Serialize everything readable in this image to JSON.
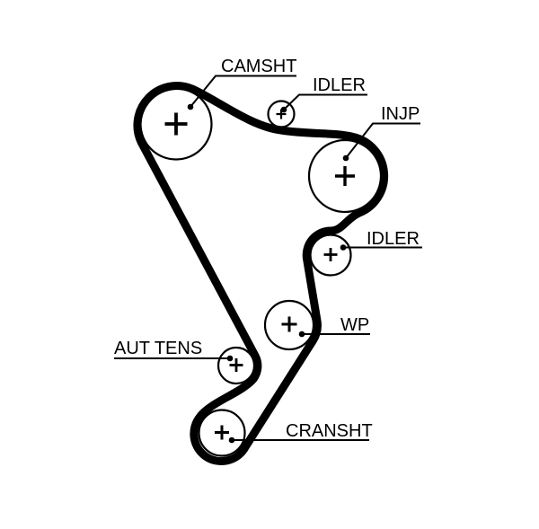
{
  "diagram": {
    "background": "#ffffff",
    "ink": "#000000",
    "belt_color": "#000000",
    "pulley_fill": "#ffffff",
    "icons": {
      "pulley_center_marker": "plus-cross",
      "leader_end_marker": "filled-dot"
    },
    "labels": {
      "camshaft": "CAMSHT",
      "idler_top": "IDLER",
      "injection_pump": "INJP",
      "idler_right": "IDLER",
      "water_pump": "WP",
      "tensioner": "AUT TENS",
      "crankshaft": "CRANSHT"
    }
  }
}
